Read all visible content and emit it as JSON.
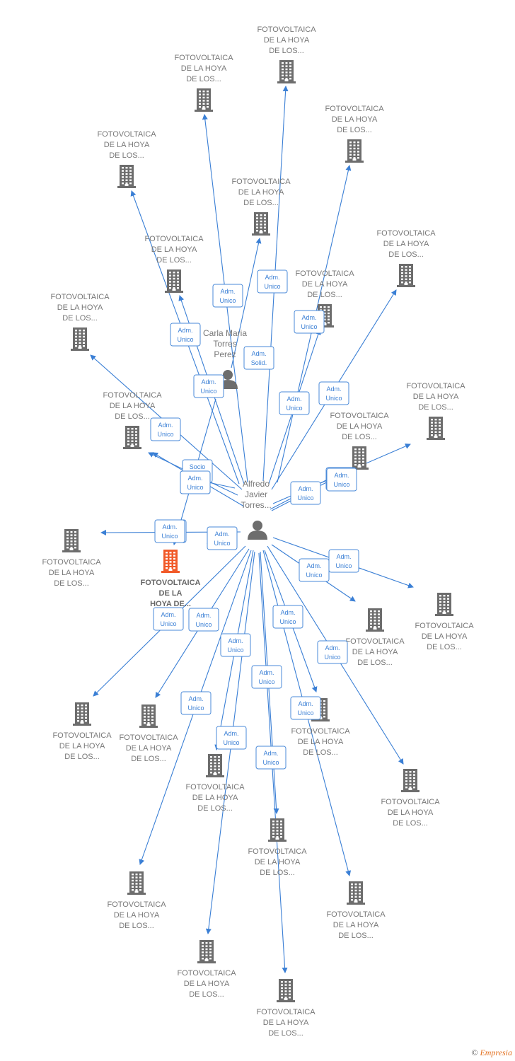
{
  "diagram": {
    "colors": {
      "edge": "#3a7fd5",
      "company": "#6d6d6d",
      "highlight": "#f15a29",
      "person": "#6d6d6d"
    },
    "people": [
      {
        "id": "alfredo",
        "lines": [
          "Alfredo",
          "Javier",
          "Torres..."
        ],
        "icon": "person-icon"
      },
      {
        "id": "carla",
        "lines": [
          "Carla Maria",
          "Torres",
          "Perez"
        ],
        "icon": "person-icon"
      }
    ],
    "companies": [
      {
        "id": "c1",
        "lines": [
          "FOTOVOLTAICA",
          "DE LA HOYA",
          "DE LOS..."
        ]
      },
      {
        "id": "c2",
        "lines": [
          "FOTOVOLTAICA",
          "DE LA HOYA",
          "DE LOS..."
        ]
      },
      {
        "id": "c3",
        "lines": [
          "FOTOVOLTAICA",
          "DE LA HOYA",
          "DE LOS..."
        ]
      },
      {
        "id": "c4",
        "lines": [
          "FOTOVOLTAICA",
          "DE LA HOYA",
          "DE LOS..."
        ]
      },
      {
        "id": "c5",
        "lines": [
          "FOTOVOLTAICA",
          "DE LA HOYA",
          "DE LOS..."
        ]
      },
      {
        "id": "c6",
        "lines": [
          "FOTOVOLTAICA",
          "DE LA HOYA",
          "DE LOS..."
        ]
      },
      {
        "id": "c7",
        "lines": [
          "FOTOVOLTAICA",
          "DE LA HOYA",
          "DE LOS..."
        ]
      },
      {
        "id": "c8",
        "lines": [
          "FOTOVOLTAICA",
          "DE LA HOYA",
          "DE LOS..."
        ]
      },
      {
        "id": "c9",
        "lines": [
          "FOTOVOLTAICA",
          "DE LA HOYA",
          "DE LOS..."
        ]
      },
      {
        "id": "c10",
        "lines": [
          "FOTOVOLTAICA",
          "DE LA HOYA",
          "DE LOS..."
        ]
      },
      {
        "id": "c11",
        "lines": [
          "FOTOVOLTAICA",
          "DE LA HOYA",
          "DE LOS..."
        ]
      },
      {
        "id": "c12",
        "lines": [
          "FOTOVOLTAICA",
          "DE LA HOYA",
          "DE LOS..."
        ]
      },
      {
        "id": "c13",
        "lines": [
          "FOTOVOLTAICA",
          "DE LA HOYA",
          "DE LOS..."
        ]
      },
      {
        "id": "c14",
        "lines": [
          "FOTOVOLTAICA",
          "DE LA",
          "HOYA DE..."
        ],
        "highlight": true
      },
      {
        "id": "c15",
        "lines": [
          "FOTOVOLTAICA",
          "DE LA HOYA",
          "DE LOS..."
        ]
      },
      {
        "id": "c16",
        "lines": [
          "FOTOVOLTAICA",
          "DE LA HOYA",
          "DE LOS..."
        ]
      },
      {
        "id": "c17",
        "lines": [
          "FOTOVOLTAICA",
          "DE LA HOYA",
          "DE LOS..."
        ]
      },
      {
        "id": "c18",
        "lines": [
          "FOTOVOLTAICA",
          "DE LA HOYA",
          "DE LOS..."
        ]
      },
      {
        "id": "c19",
        "lines": [
          "FOTOVOLTAICA",
          "DE LA HOYA",
          "DE LOS..."
        ]
      },
      {
        "id": "c20",
        "lines": [
          "FOTOVOLTAICA",
          "DE LA HOYA",
          "DE LOS..."
        ]
      },
      {
        "id": "c21",
        "lines": [
          "FOTOVOLTAICA",
          "DE LA HOYA",
          "DE LOS..."
        ]
      },
      {
        "id": "c22",
        "lines": [
          "FOTOVOLTAICA",
          "DE LA HOYA",
          "DE LOS..."
        ]
      },
      {
        "id": "c23",
        "lines": [
          "FOTOVOLTAICA",
          "DE LA HOYA",
          "DE LOS..."
        ]
      },
      {
        "id": "c24",
        "lines": [
          "FOTOVOLTAICA",
          "DE LA HOYA",
          "DE LOS..."
        ]
      },
      {
        "id": "c25",
        "lines": [
          "FOTOVOLTAICA",
          "DE LA HOYA",
          "DE LOS..."
        ]
      },
      {
        "id": "c26",
        "lines": [
          "FOTOVOLTAICA",
          "DE LA HOYA",
          "DE LOS..."
        ]
      }
    ],
    "relations": [
      {
        "from": "alfredo",
        "to": "c1",
        "lines": [
          "Adm.",
          "Unico"
        ]
      },
      {
        "from": "alfredo",
        "to": "c2",
        "lines": [
          "Adm.",
          "Unico"
        ]
      },
      {
        "from": "alfredo",
        "to": "c3",
        "lines": [
          "Adm.",
          "Unico"
        ]
      },
      {
        "from": "alfredo",
        "to": "c4",
        "lines": [
          "Adm.",
          "Unico"
        ]
      },
      {
        "from": "carla",
        "to": "c5",
        "lines": [
          "Adm.",
          "Solid."
        ]
      },
      {
        "from": "alfredo",
        "to": "c6",
        "lines": [
          "Adm.",
          "Unico"
        ]
      },
      {
        "from": "alfredo",
        "to": "c7",
        "lines": [
          "Adm.",
          "Unico"
        ]
      },
      {
        "from": "alfredo",
        "to": "c8",
        "lines": [
          "Adm.",
          "Unico"
        ]
      },
      {
        "from": "alfredo",
        "to": "c9",
        "lines": [
          "Adm.",
          "Unico"
        ]
      },
      {
        "from": "alfredo",
        "to": "c10",
        "lines": [
          "Adm.",
          "Unico"
        ]
      },
      {
        "from": "alfredo",
        "to": "c11",
        "lines": [
          "Adm.",
          "Unico"
        ]
      },
      {
        "from": "alfredo",
        "to": "c12",
        "lines": [
          "Adm.",
          "Unico"
        ]
      },
      {
        "from": "alfredo",
        "to": "c13",
        "lines": [
          "Adm.",
          "Unico"
        ]
      },
      {
        "from": "carla",
        "to": "c14",
        "lines": [
          "Socio",
          "Único"
        ]
      },
      {
        "from": "alfredo",
        "to": "c15",
        "lines": [
          "Adm.",
          "Unico"
        ]
      },
      {
        "from": "alfredo",
        "to": "c16",
        "lines": [
          "Adm.",
          "Unico"
        ]
      },
      {
        "from": "alfredo",
        "to": "c17",
        "lines": [
          "Adm.",
          "Unico"
        ]
      },
      {
        "from": "alfredo",
        "to": "c18",
        "lines": [
          "Adm.",
          "Unico"
        ]
      },
      {
        "from": "alfredo",
        "to": "c19",
        "lines": [
          "Adm.",
          "Unico"
        ]
      },
      {
        "from": "alfredo",
        "to": "c20",
        "lines": [
          "Adm.",
          "Unico"
        ]
      },
      {
        "from": "alfredo",
        "to": "c21",
        "lines": [
          "Adm.",
          "Unico"
        ]
      },
      {
        "from": "alfredo",
        "to": "c22",
        "lines": [
          "Adm.",
          "Unico"
        ]
      },
      {
        "from": "alfredo",
        "to": "c23",
        "lines": [
          "Adm.",
          "Unico"
        ]
      },
      {
        "from": "alfredo",
        "to": "c24",
        "lines": [
          "Adm.",
          "Unico"
        ]
      },
      {
        "from": "alfredo",
        "to": "c25",
        "lines": [
          "Adm.",
          "Unico"
        ]
      },
      {
        "from": "alfredo",
        "to": "c26",
        "lines": [
          "Adm.",
          "Unico"
        ]
      },
      {
        "from": "alfredo",
        "to": "c14",
        "lines": [
          "Adm.",
          "Unico"
        ]
      },
      {
        "from": "alfredo",
        "to": "c13",
        "lines": [
          "Adm.",
          "Unico"
        ]
      },
      {
        "from": "alfredo",
        "to": "c12",
        "lines": [
          "Adm.",
          "Unico"
        ]
      },
      {
        "from": "alfredo",
        "to": "c9",
        "lines": [
          "Adm.",
          "Unico"
        ]
      }
    ]
  },
  "footer": {
    "copyright": "©",
    "brand": "Empresia"
  }
}
